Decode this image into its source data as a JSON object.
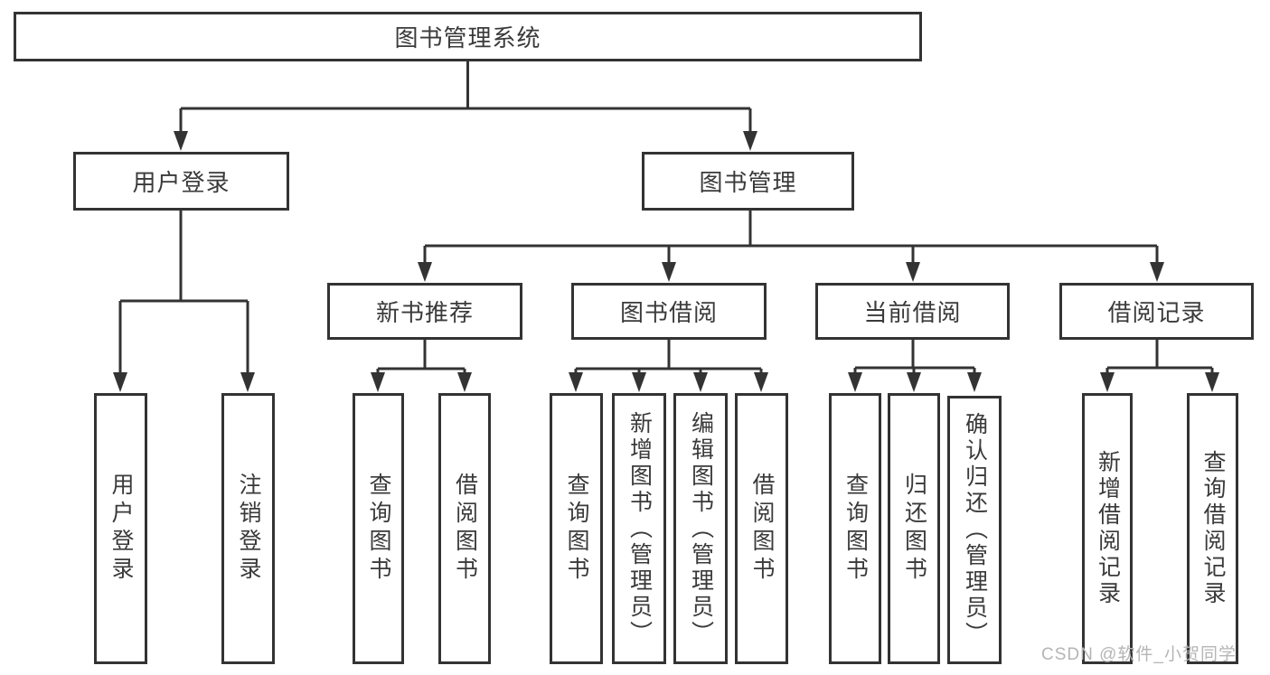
{
  "tree": {
    "root": {
      "label": "图书管理系统"
    },
    "children": [
      {
        "label": "用户登录",
        "children": [
          {
            "label": "用户登录"
          },
          {
            "label": "注销登录"
          }
        ]
      },
      {
        "label": "图书管理",
        "children": [
          {
            "label": "新书推荐",
            "children": [
              {
                "label": "查询图书"
              },
              {
                "label": "借阅图书"
              }
            ]
          },
          {
            "label": "图书借阅",
            "children": [
              {
                "label": "查询图书"
              },
              {
                "label": "新增图书（管理员）"
              },
              {
                "label": "编辑图书（管理员）"
              },
              {
                "label": "借阅图书"
              }
            ]
          },
          {
            "label": "当前借阅",
            "children": [
              {
                "label": "查询图书"
              },
              {
                "label": "归还图书"
              },
              {
                "label": "确认归还（管理员）"
              }
            ]
          },
          {
            "label": "借阅记录",
            "children": [
              {
                "label": "新增借阅记录"
              },
              {
                "label": "查询借阅记录"
              }
            ]
          }
        ]
      }
    ]
  },
  "watermark": {
    "text": "CSDN @软件_小贺同学"
  },
  "colors": {
    "line": "#333333",
    "text": "#3a3a3a",
    "watermark": "#b5b5b5",
    "background": "#ffffff"
  }
}
